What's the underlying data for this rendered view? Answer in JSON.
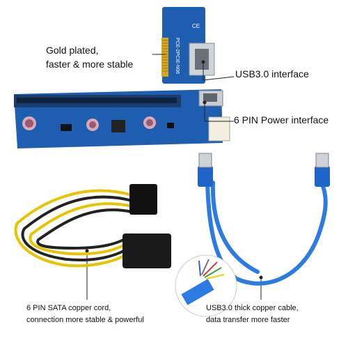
{
  "labels": {
    "gold": [
      "Gold plated,",
      "faster & more stable"
    ],
    "usb_interface": "USB3.0 interface",
    "power_interface": "6 PIN Power interface",
    "sata_cord": [
      "6 PIN SATA  copper cord,",
      "connection more stable & powerful"
    ],
    "usb_cable": [
      "USB3.0 thick copper cable,",
      "data transfer more faster"
    ],
    "board_marking": "PCE-2PCIE-N06"
  },
  "colors": {
    "pcb": "#1e5eb0",
    "gold": "#d6a722",
    "cable_blue": "#2c7be0",
    "wire_yellow": "#e8c400",
    "wire_black": "#222222"
  }
}
